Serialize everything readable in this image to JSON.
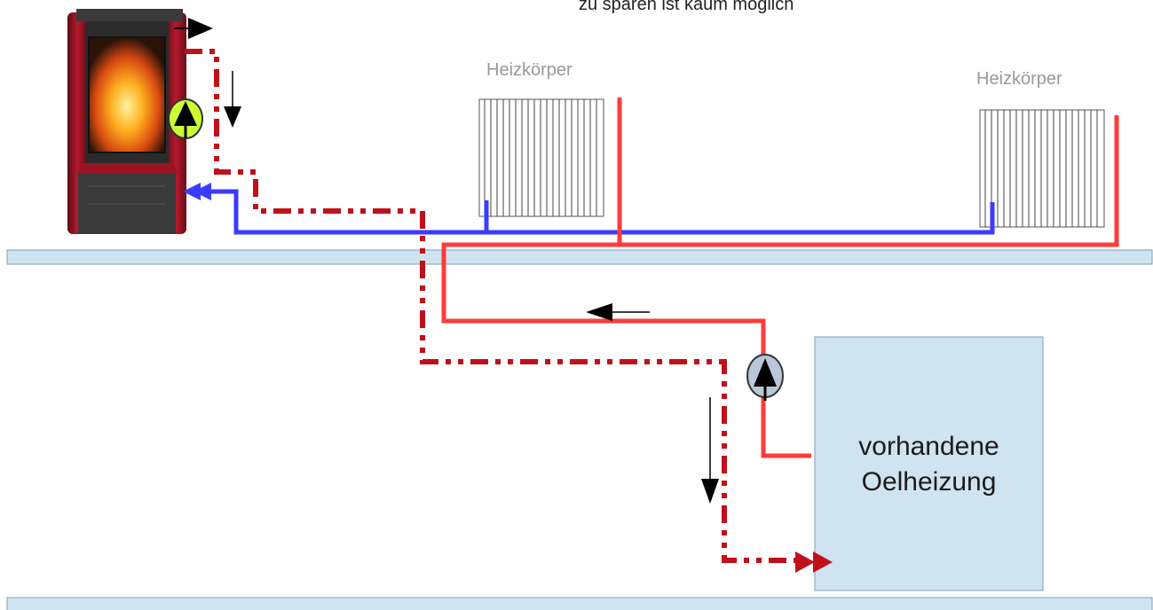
{
  "header": {
    "partial_text": "zu sparen ist kaum möglich"
  },
  "radiators": [
    {
      "label": "Heizkörper"
    },
    {
      "label": "Heizkörper"
    }
  ],
  "oil_heating": {
    "line1": "vorhandene",
    "line2": "Oelheizung"
  },
  "colors": {
    "floor_fill": "#cfe3f0",
    "floor_stroke": "#7f9fb3",
    "hot_pipe": "#ff3b3b",
    "cold_pipe": "#3b3bff",
    "dashed_pipe": "#c0101a",
    "stove_body": "#8a1020",
    "pump_yellow": "#ccff33",
    "pump_grey": "#b8c8d8"
  }
}
